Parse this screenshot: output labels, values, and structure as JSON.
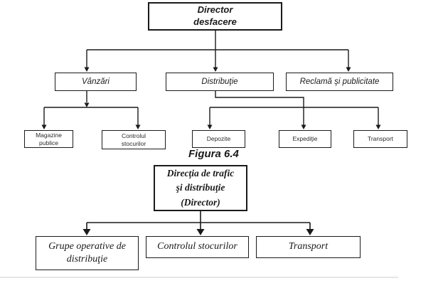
{
  "colors": {
    "line": "#1a1a1a",
    "text": "#1a1a1a",
    "muted": "#2a2a2a",
    "rule": "#cccccc",
    "bg": "#ffffff"
  },
  "figura": {
    "caption": "Figura 6.4"
  },
  "org_desfacere": {
    "root": "Director\ndesfacere",
    "nodes": {
      "vanzari": "Vânzări",
      "distributie": "Distribuţie",
      "reclama": "Reclamă şi publicitate",
      "magazine": "Magazine\npublice",
      "controlul": "Controlul\nstocurilor",
      "depozite": "Depozite",
      "expeditie": "Expediţie",
      "transport": "Transport"
    }
  },
  "org_trafic": {
    "root": "Direcţia de trafic\nşi distribuţie\n(Director)",
    "nodes": {
      "grupe": "Grupe operative de\ndistribuţie",
      "controlul": "Controlul stocurilor",
      "transport": "Transport"
    }
  }
}
